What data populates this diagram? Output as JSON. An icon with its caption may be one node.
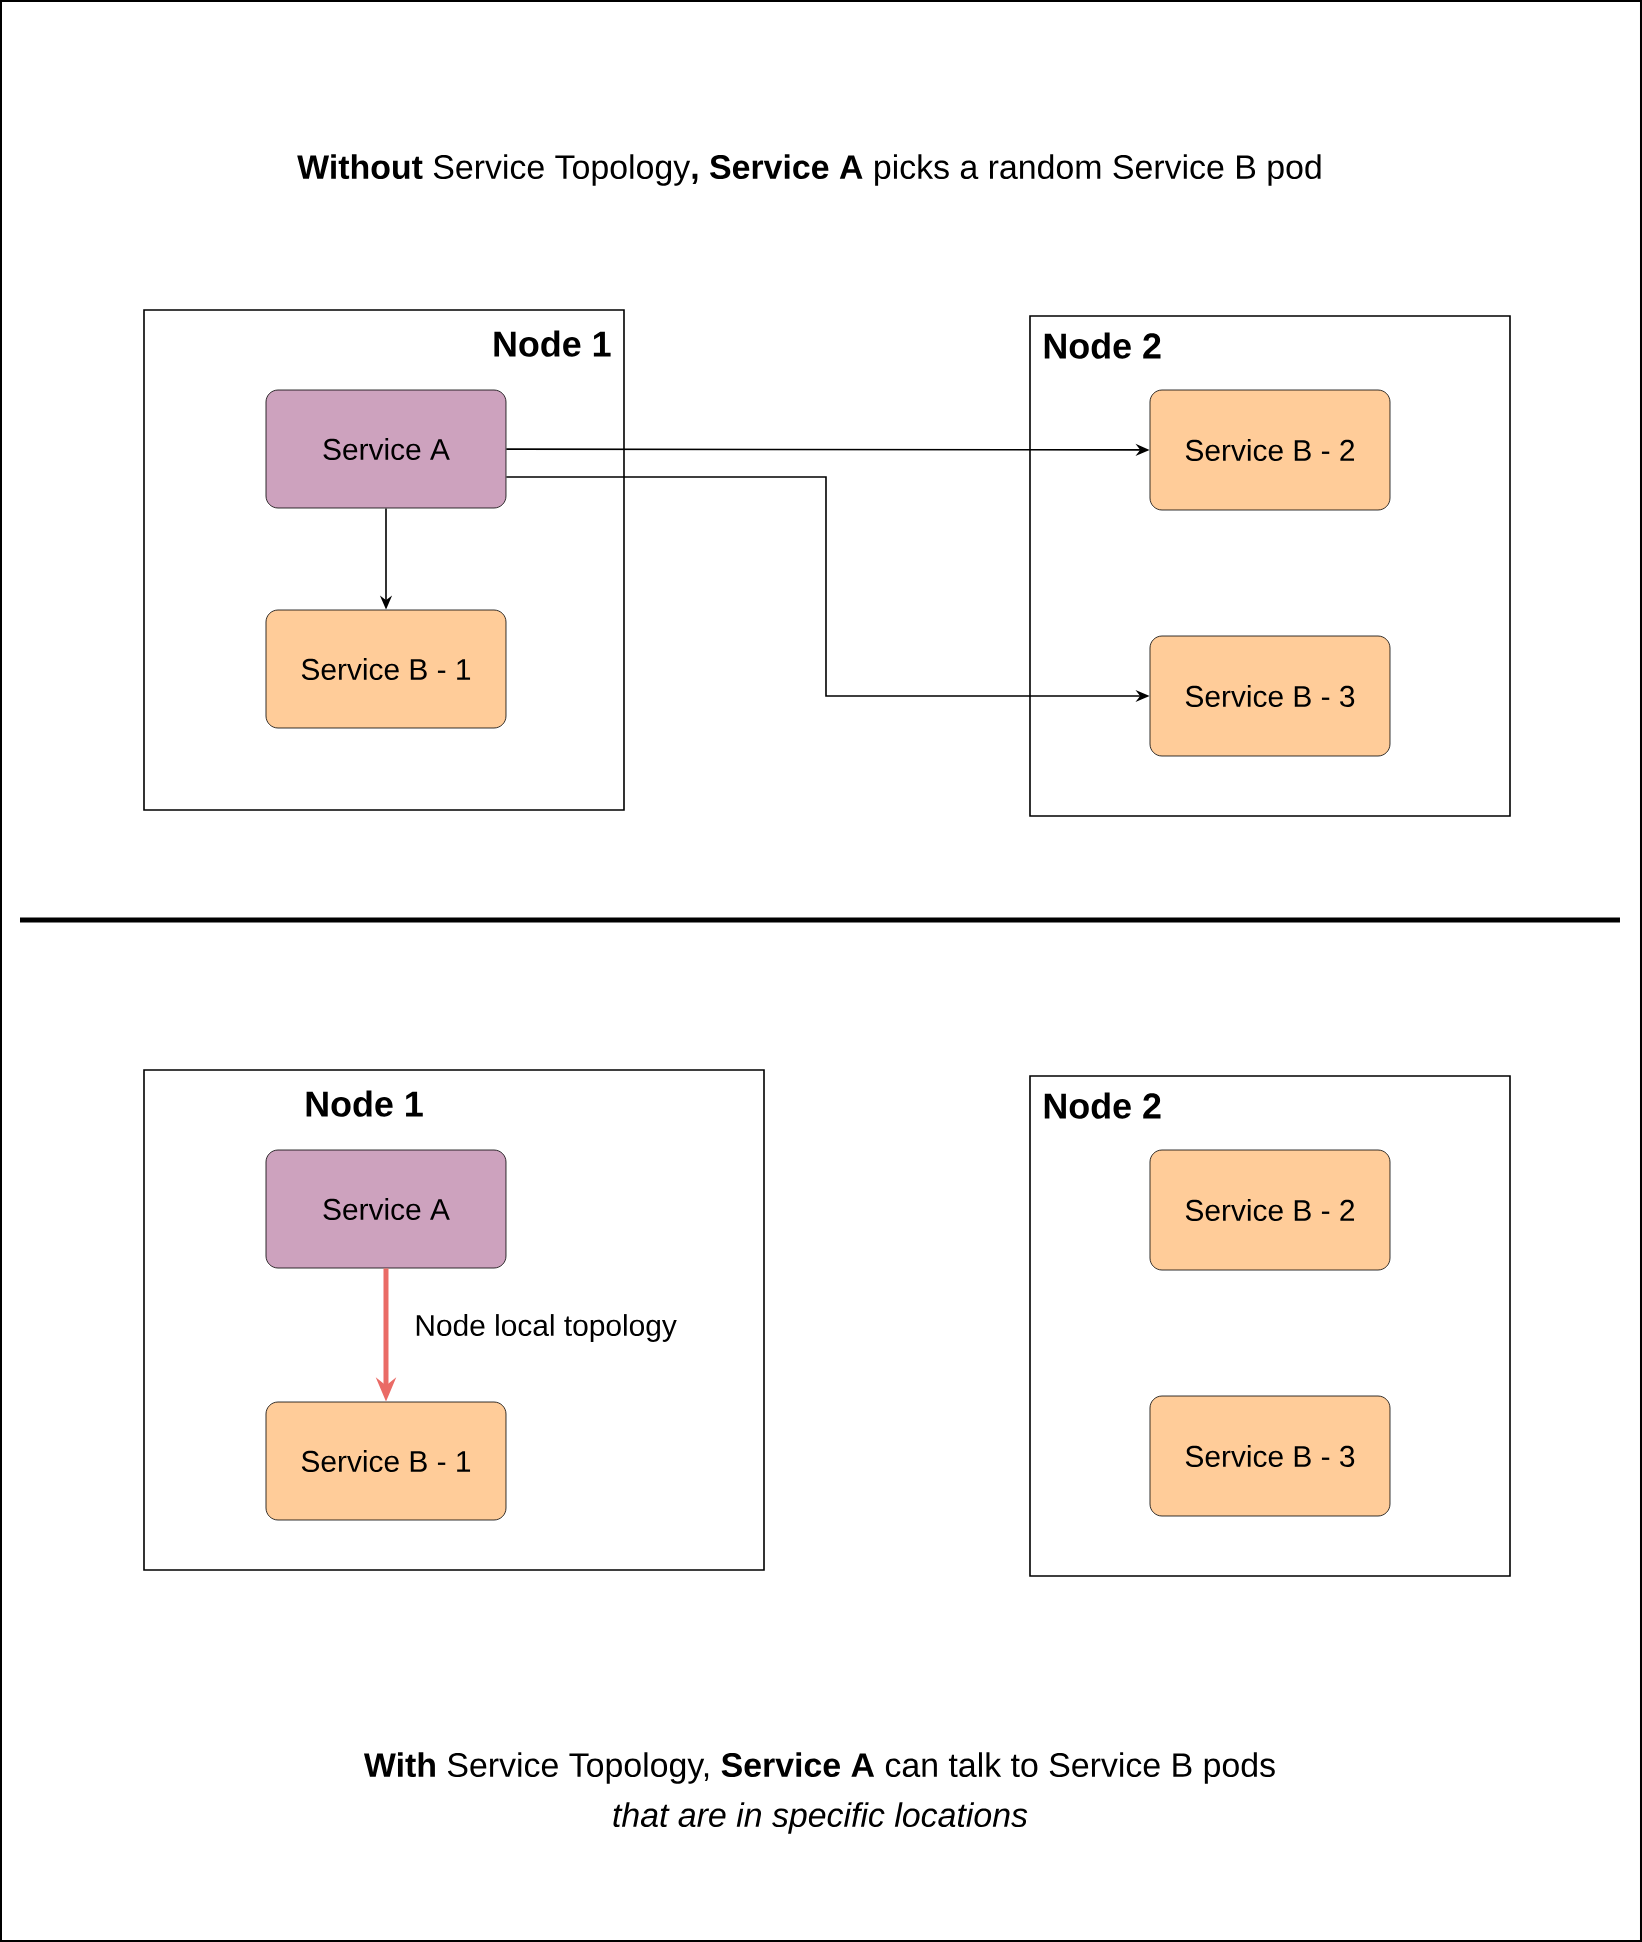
{
  "diagram": {
    "nodes": [
      {
        "text": [
          "Node 1"
        ]
      },
      {
        "text": [
          "Service A"
        ],
        "in": 0
      },
      {
        "text": [
          "Service B - 1"
        ],
        "in": 0
      },
      {
        "text": [
          "Node 2"
        ]
      },
      {
        "text": [
          "Service B - 2"
        ],
        "in": 3
      },
      {
        "text": [
          "Service B - 3"
        ],
        "in": 3
      },
      {
        "text": [
          "Node 1"
        ]
      },
      {
        "text": [
          "Service A"
        ],
        "in": 6
      },
      {
        "text": [
          "Service B - 1"
        ],
        "in": 6
      },
      {
        "text": [
          "Node 2"
        ]
      },
      {
        "text": [
          "Service B - 2"
        ],
        "in": 9
      },
      {
        "text": [
          "Service B - 3"
        ],
        "in": 9
      }
    ],
    "edges": [
      {
        "from": 1,
        "to": 2,
        "arrow": "to"
      },
      {
        "from": 1,
        "to": 4,
        "arrow": "to"
      },
      {
        "from": 1,
        "to": 5,
        "arrow": "to"
      },
      {
        "from": 7,
        "to": 8,
        "arrow": "to",
        "label": "Node local topology",
        "style": "thick",
        "color": "#ea6b66"
      }
    ],
    "labels": [
      "**Without** Service Topology**, Service A** picks a random  Service B  pod",
      "**With** Service Topology, **Service A** can talk to Service B pods",
      "that are in specific locations"
    ]
  }
}
